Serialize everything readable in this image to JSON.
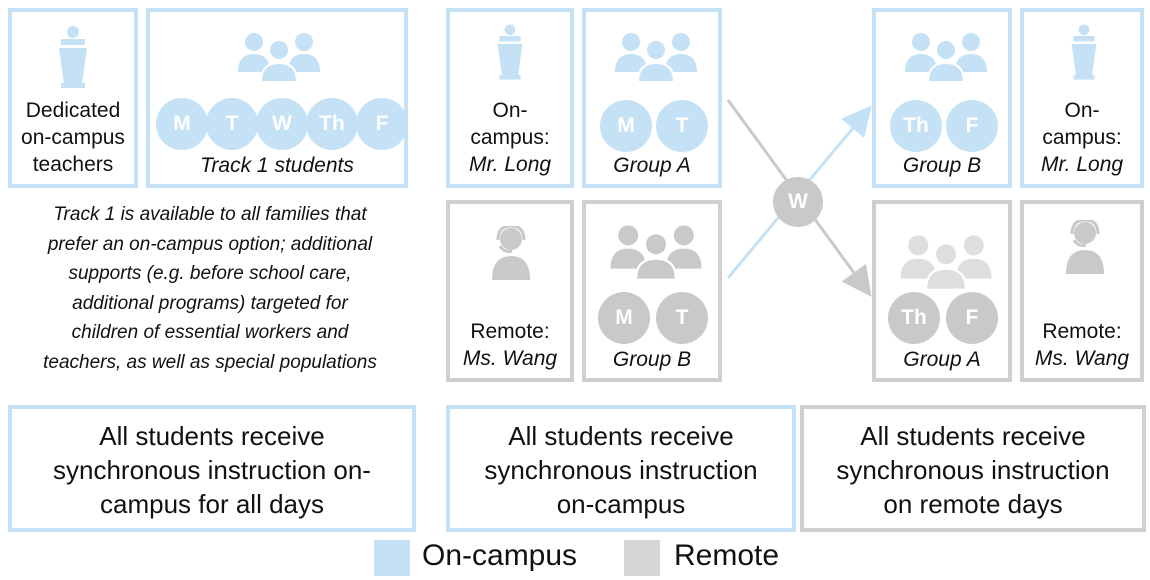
{
  "colors": {
    "on_campus": "#c4e1f6",
    "remote": "#c9c9c9"
  },
  "track1": {
    "teachers_label_1": "Dedicated",
    "teachers_label_2": "on-campus",
    "teachers_label_3": "teachers",
    "days": [
      "M",
      "T",
      "W",
      "Th",
      "F"
    ],
    "students_label": "Track 1 students",
    "note_lines": [
      "Track 1 is available to all families that",
      "prefer an on-campus option; additional",
      "supports (e.g. before school care,",
      "additional programs) targeted for",
      "children of essential workers and",
      "teachers, as well as special populations"
    ],
    "summary_lines": [
      "All students receive",
      "synchronous instruction on-",
      "campus for all days"
    ]
  },
  "track2": {
    "left_top": {
      "teacher_line1": "On-",
      "teacher_line2": "campus:",
      "teacher_name": "Mr. Long",
      "group_name": "Group A",
      "days": [
        "M",
        "T"
      ]
    },
    "left_bottom": {
      "teacher_line1": "Remote:",
      "teacher_name": "Ms. Wang",
      "group_name": "Group B",
      "days": [
        "M",
        "T"
      ]
    },
    "middle_day": "W",
    "right_top": {
      "group_name": "Group B",
      "days": [
        "Th",
        "F"
      ],
      "teacher_line1": "On-",
      "teacher_line2": "campus:",
      "teacher_name": "Mr. Long"
    },
    "right_bottom": {
      "group_name": "Group A",
      "days": [
        "Th",
        "F"
      ],
      "teacher_line1": "Remote:",
      "teacher_name": "Ms. Wang"
    },
    "summary_on_campus": [
      "All students receive",
      "synchronous instruction",
      "on-campus"
    ],
    "summary_remote": [
      "All students receive",
      "synchronous instruction",
      "on remote days"
    ]
  },
  "legend": {
    "on_campus": "On-campus",
    "remote": "Remote"
  },
  "icons": [
    "podium-icon",
    "student-group-icon",
    "headset-person-icon"
  ]
}
